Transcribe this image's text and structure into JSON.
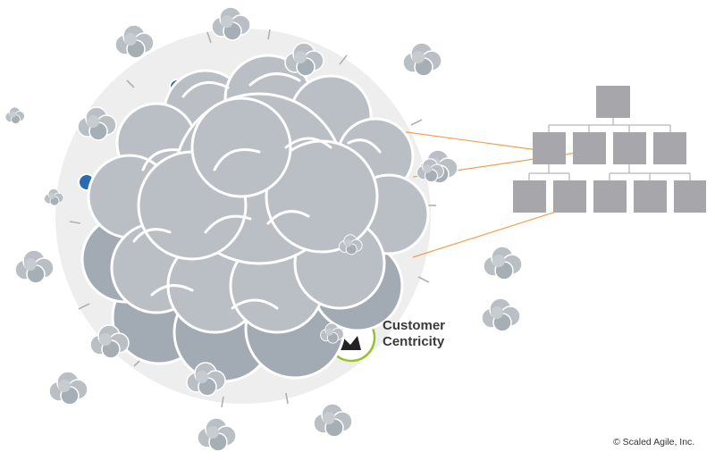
{
  "labels": {
    "customer_centricity_line1": "Customer",
    "customer_centricity_line2": "Centricity",
    "copyright": "© Scaled Agile, Inc."
  },
  "colors": {
    "cloud_fill": "#b9bfc5",
    "cloud_dark": "#9aa3ab",
    "cloud_highlight": "#ffffff",
    "burst_circle": "#eeeeee",
    "org_box": "#a7a7ab",
    "connector_orange": "#f0a050",
    "blue_accent": "#2b6cb0",
    "ring_green": "#9bbf2a"
  },
  "icons": {
    "explosion": "smoke-cloud-explosion",
    "org_chart": "organization-hierarchy",
    "customer_centricity": "customer-centricity-badge"
  }
}
